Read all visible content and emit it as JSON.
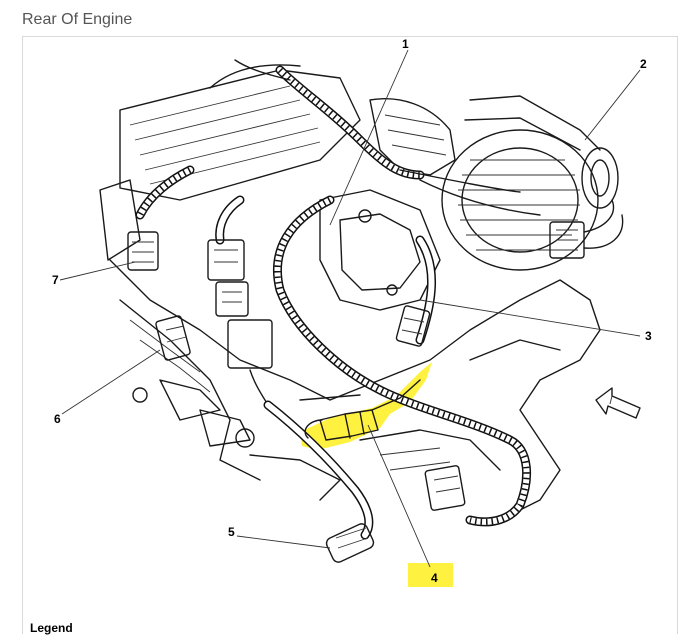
{
  "title": "Rear Of Engine",
  "callouts": {
    "c1": "1",
    "c2": "2",
    "c3": "3",
    "c4": "4",
    "c5": "5",
    "c6": "6",
    "c7": "7"
  },
  "legend": "Legend",
  "colors": {
    "highlight": "#ffef2a",
    "line": "#1a1a1a",
    "title_text": "#555555"
  }
}
